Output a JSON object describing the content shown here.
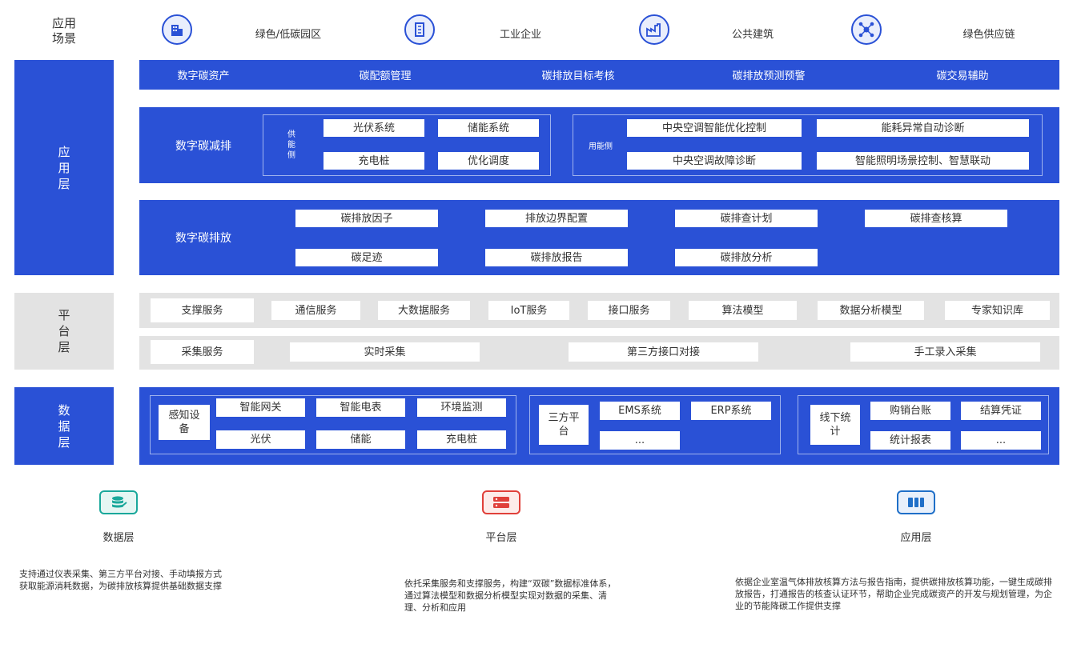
{
  "scene": {
    "label_lines": [
      "应用",
      "场景"
    ],
    "items": [
      {
        "label": "绿色/低碳园区",
        "icon": "building-icon"
      },
      {
        "label": "工业企业",
        "icon": "office-tower-icon"
      },
      {
        "label": "公共建筑",
        "icon": "factory-icon"
      },
      {
        "label": "绿色供应链",
        "icon": "network-icon"
      }
    ]
  },
  "app_layer": {
    "label": "应用层",
    "top_row": [
      "数字碳资产",
      "碳配额管理",
      "碳排放目标考核",
      "碳排放预测预警",
      "碳交易辅助"
    ],
    "reduction": {
      "title": "数字碳减排",
      "supply_label": "供能侧",
      "supply_items": [
        "光伏系统",
        "储能系统",
        "充电桩",
        "优化调度"
      ],
      "demand_label": "用能侧",
      "demand_items": [
        "中央空调智能优化控制",
        "能耗异常自动诊断",
        "中央空调故障诊断",
        "智能照明场景控制、智慧联动"
      ]
    },
    "emission": {
      "title": "数字碳排放",
      "items": [
        "碳排放因子",
        "排放边界配置",
        "碳排查计划",
        "碳排查核算",
        "碳足迹",
        "碳排放报告",
        "碳排放分析"
      ]
    }
  },
  "platform_layer": {
    "label": "平台层",
    "row1": [
      "支撑服务",
      "通信服务",
      "大数据服务",
      "IoT服务",
      "接口服务",
      "算法模型",
      "数据分析模型",
      "专家知识库"
    ],
    "row2": [
      "采集服务",
      "实时采集",
      "第三方接口对接",
      "手工录入采集"
    ]
  },
  "data_layer": {
    "label": "数据层",
    "sensing": {
      "title": "感知设备",
      "items": [
        "智能网关",
        "智能电表",
        "环境监测",
        "光伏",
        "储能",
        "充电桩"
      ]
    },
    "third_party": {
      "title": "三方平台",
      "items": [
        "EMS系统",
        "ERP系统",
        "..."
      ]
    },
    "offline": {
      "title": "线下统计",
      "items": [
        "购销台账",
        "结算凭证",
        "统计报表",
        "..."
      ]
    }
  },
  "summary": [
    {
      "title": "数据层",
      "icon": "database-icon",
      "color": "#1aa89b",
      "text": "支持通过仪表采集、第三方平台对接、手动填报方式获取能源消耗数据，为碳排放核算提供基础数据支撑"
    },
    {
      "title": "平台层",
      "icon": "server-icon",
      "color": "#e0403a",
      "text": "依托采集服务和支撑服务，构建“双碳”数据标准体系，通过算法模型和数据分析模型实现对数据的采集、清理、分析和应用"
    },
    {
      "title": "应用层",
      "icon": "app-grid-icon",
      "color": "#1f6fc8",
      "text": "依据企业室温气体排放核算方法与报告指南，提供碳排放核算功能，一键生成碳排放报告，打通报告的核查认证环节，帮助企业完成碳资产的开发与规划管理，为企业的节能降碳工作提供支撑"
    }
  ],
  "colors": {
    "primary_blue": "#2a51d6",
    "platform_grey": "#e3e3e3"
  }
}
